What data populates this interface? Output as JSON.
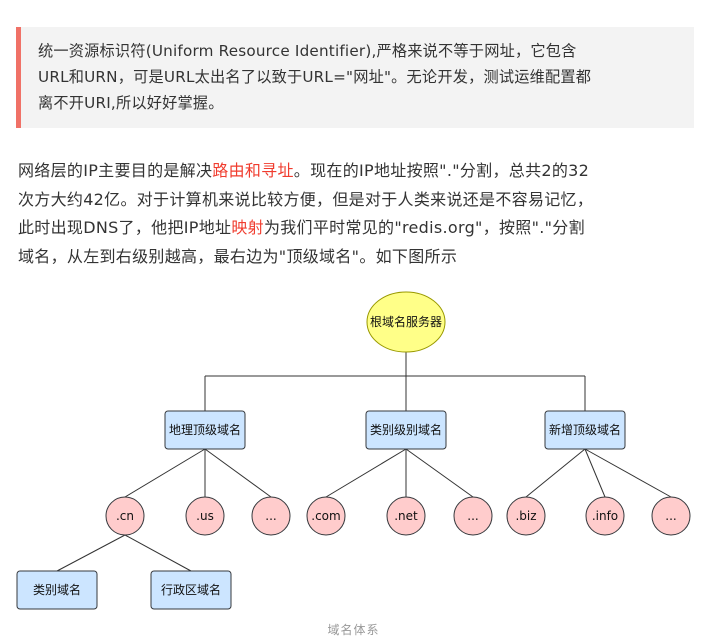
{
  "quote": {
    "lines": [
      "统一资源标识符(Uniform Resource Identifier),严格来说不等于网址，它包含",
      "URL和URN，可是URL太出名了以致于URL=\"网址\"。无论开发，测试运维配置都",
      "离不开URI,所以好好掌握。"
    ]
  },
  "paragraph": {
    "line1_a": "网络层的IP主要目的是解决",
    "line1_red": "路由和寻址",
    "line1_b": "。现在的IP地址按照\".\"分割，总共2的32",
    "line2": "次方大约42亿。对于计算机来说比较方便，但是对于人类来说还是不容易记忆，",
    "line3_a": "此时出现DNS了，他把IP地址",
    "line3_red": "映射",
    "line3_b": "为我们平时常见的\"redis.org\"，按照\".\"分割",
    "line4": "域名，从左到右级别越高，最右边为\"顶级域名\"。如下图所示"
  },
  "diagram": {
    "root": "根域名服务器",
    "level1": [
      "地理顶级域名",
      "类别级别域名",
      "新增顶级域名"
    ],
    "geo_children": [
      ".cn",
      ".us",
      "..."
    ],
    "category_children": [
      ".com",
      ".net",
      "..."
    ],
    "new_children": [
      ".biz",
      ".info",
      "..."
    ],
    "cn_children": [
      "类别域名",
      "行政区域名"
    ],
    "colors": {
      "root_fill": "#ffff88",
      "root_stroke": "#999900",
      "box_fill": "#cce5ff",
      "box_stroke": "#36393d",
      "circle_fill": "#ffcccc",
      "circle_stroke": "#36393d",
      "line": "#333333"
    }
  },
  "caption": "域名体系"
}
